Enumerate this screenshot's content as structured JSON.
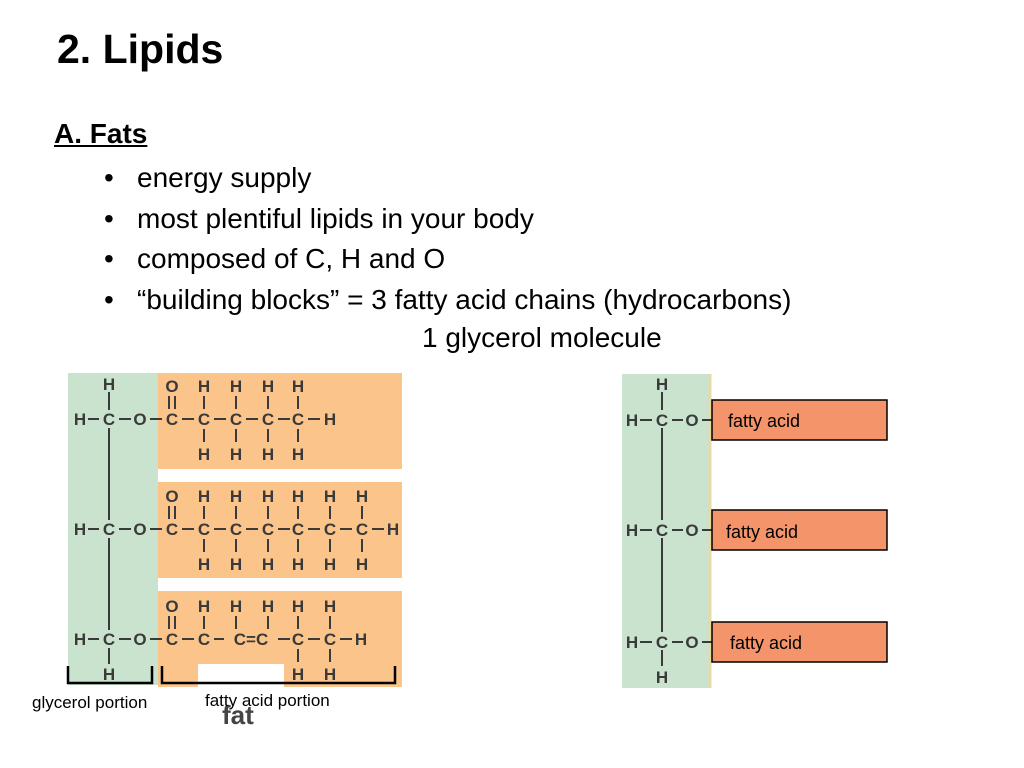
{
  "slide": {
    "title": "2. Lipids",
    "subheading": "A. Fats",
    "bullet_glyph": "•",
    "bullets": [
      "energy supply",
      "most plentiful lipids in your body",
      "composed of C, H and O",
      "“building blocks” = 3 fatty acid chains (hydrocarbons)"
    ],
    "bullet_continuation": "1 glycerol molecule"
  },
  "left_figure": {
    "glycerol_caption": "glycerol portion",
    "fatty_acid_caption": "fatty acid portion",
    "figure_label": "fat",
    "atoms": {
      "carbon": "C",
      "hydrogen": "H",
      "oxygen": "O",
      "double_bond_pair": "C=C"
    }
  },
  "right_figure": {
    "atoms": {
      "carbon": "C",
      "hydrogen": "H",
      "oxygen": "O"
    },
    "fatty_acid_labels": [
      "fatty acid",
      "fatty acid",
      "fatty acid"
    ]
  },
  "colors": {
    "glycerol_fill": "#c9e3cf",
    "fatty_acid_fill": "#fbc48b",
    "fatty_acid_box": "#f4946a"
  }
}
